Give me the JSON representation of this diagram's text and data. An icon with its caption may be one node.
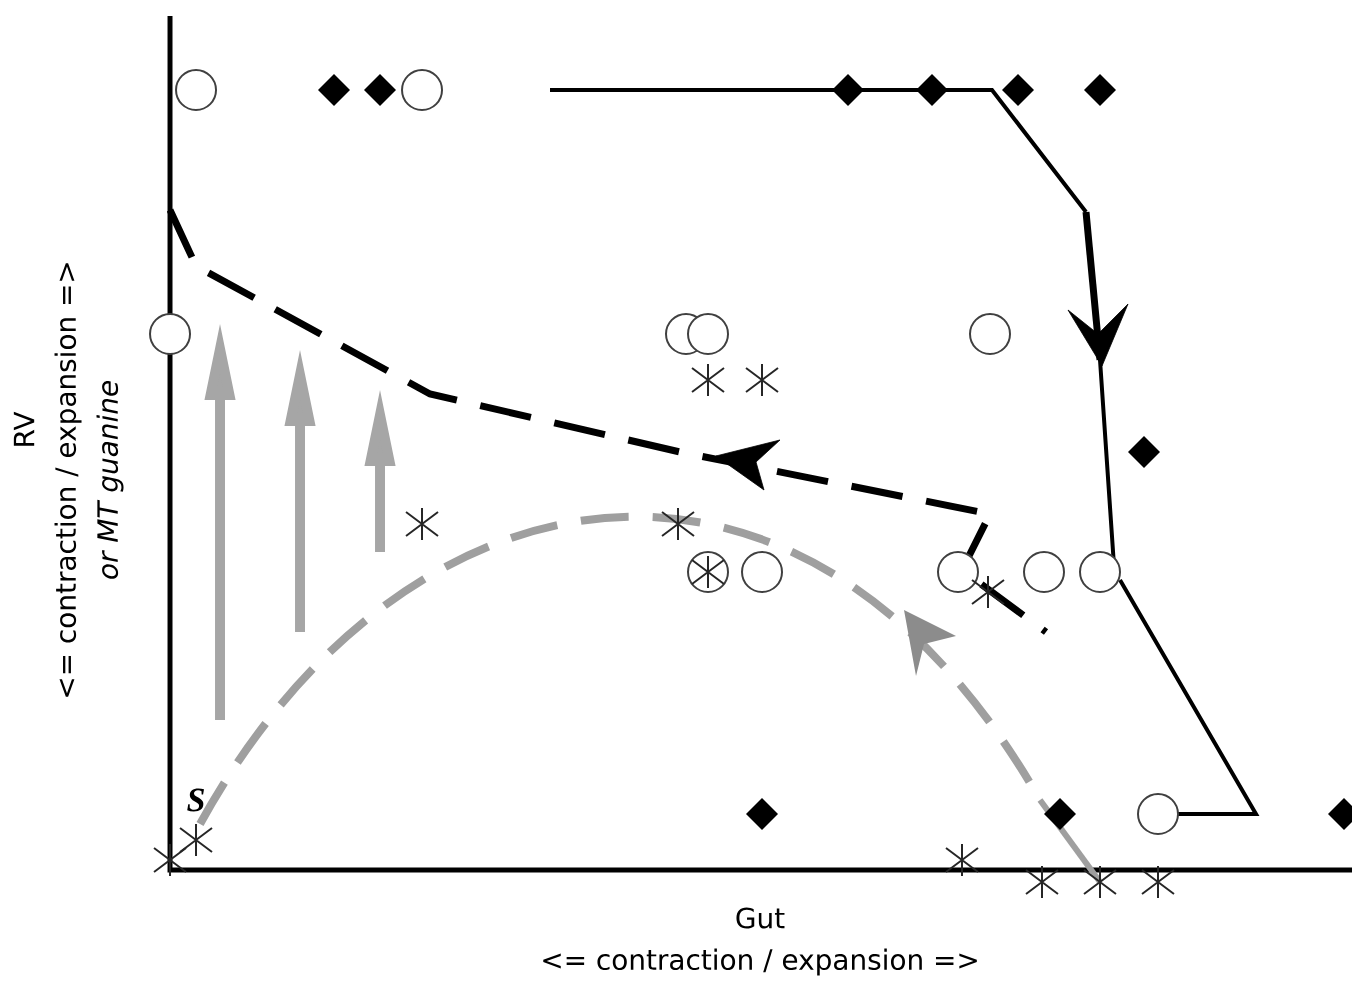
{
  "diagram": {
    "labels": [
      "S",
      "RV",
      "<= contraction / expansion =>",
      "or MT guanine",
      "Gut",
      "<= contraction / expansion =>"
    ]
  }
}
